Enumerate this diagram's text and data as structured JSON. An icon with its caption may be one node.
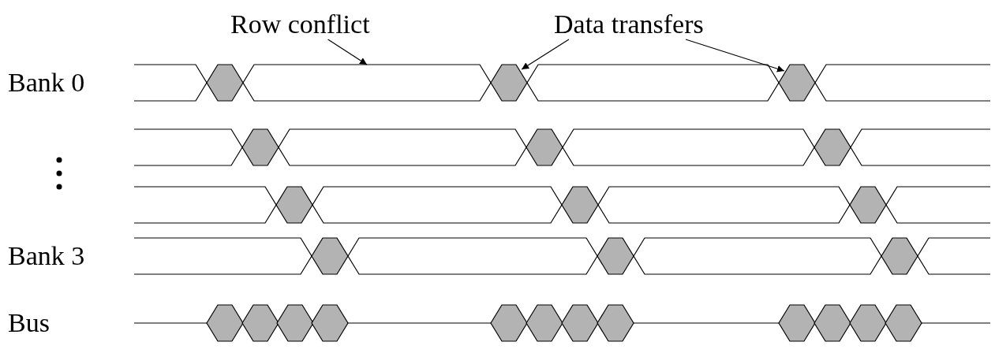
{
  "diagram": {
    "nodes": [
      {
        "text": [
          "Row conflict"
        ]
      },
      {
        "text": [
          "Data transfers"
        ]
      },
      {
        "text": [],
        "shape": "hexagon"
      },
      {
        "text": [],
        "shape": "hexagon"
      },
      {
        "text": [],
        "shape": "hexagon"
      }
    ],
    "edges": [
      {
        "from": 0,
        "to": 2,
        "arrow": "to"
      },
      {
        "from": 1,
        "to": 3,
        "arrow": "to"
      },
      {
        "from": 1,
        "to": 4,
        "arrow": "to"
      }
    ],
    "labels": [
      "Bank 0",
      "Bank 3",
      "Bus"
    ]
  }
}
